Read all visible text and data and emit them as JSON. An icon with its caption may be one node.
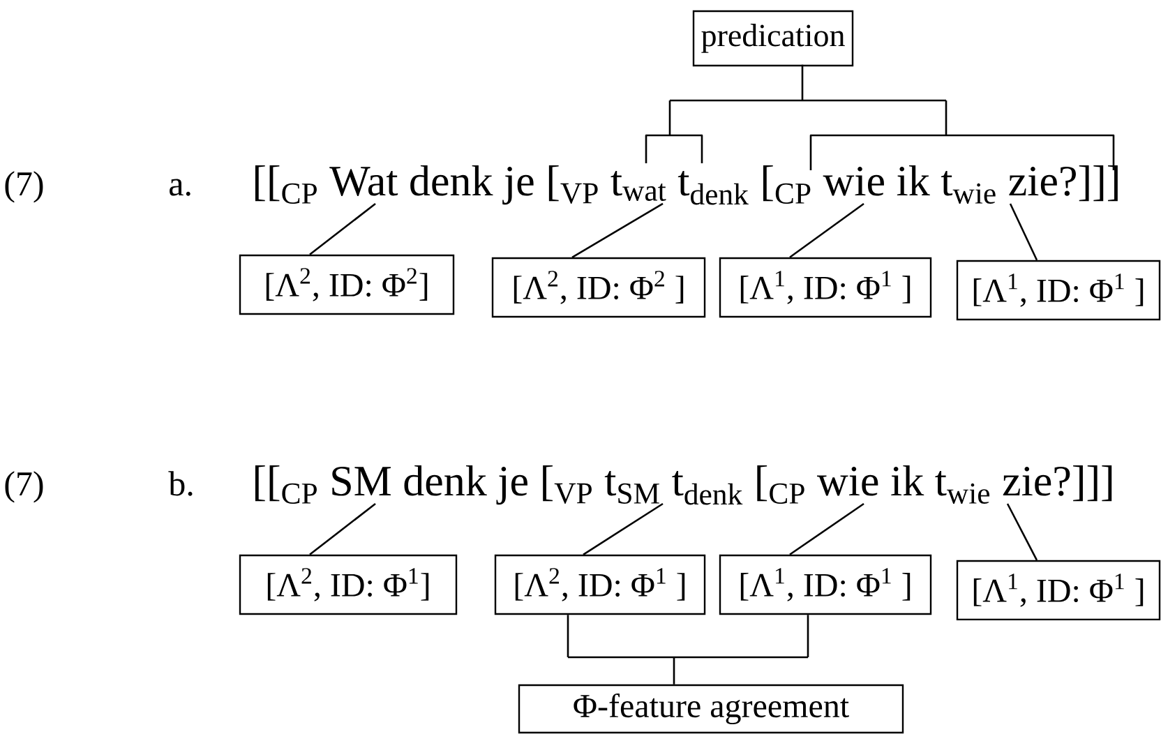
{
  "diagram": {
    "nodes": [
      {
        "text": [
          "predication"
        ]
      },
      {
        "text": [
          "[[$_{CP}$ Wat denk je [$_{VP}$ t$_{wat}$ t$_{denk}$ [$_{CP}$ wie ik t$_{wie}$ zie?]]]"
        ]
      },
      {
        "text": [
          "[Λ$^{2}$, ID: Φ$^{2}$]"
        ]
      },
      {
        "text": [
          "[Λ$^{2}$, ID: Φ$^{2}$ ]"
        ]
      },
      {
        "text": [
          "[Λ$^{1}$, ID: Φ$^{1}$ ]"
        ]
      },
      {
        "text": [
          "[Λ$^{1}$, ID: Φ$^{1}$ ]"
        ]
      },
      {
        "text": [
          "[[$_{CP}$ SM denk je [$_{VP}$ t$_{SM}$ t$_{denk}$ [$_{CP}$ wie ik t$_{wie}$ zie?]]]"
        ]
      },
      {
        "text": [
          "[Λ$^{2}$, ID: Φ$^{1}$]"
        ]
      },
      {
        "text": [
          "[Λ$^{2}$, ID: Φ$^{1}$ ]"
        ]
      },
      {
        "text": [
          "[Λ$^{1}$, ID: Φ$^{1}$ ]"
        ]
      },
      {
        "text": [
          "[Λ$^{1}$, ID: Φ$^{1}$ ]"
        ]
      },
      {
        "text": [
          "Φ-feature agreement"
        ]
      }
    ],
    "edges": [
      {
        "from": 0,
        "to": 1,
        "arrow": "none"
      },
      {
        "from": 2,
        "to": 1,
        "arrow": "none"
      },
      {
        "from": 3,
        "to": 1,
        "arrow": "none"
      },
      {
        "from": 4,
        "to": 1,
        "arrow": "none"
      },
      {
        "from": 5,
        "to": 1,
        "arrow": "none"
      },
      {
        "from": 7,
        "to": 6,
        "arrow": "none"
      },
      {
        "from": 8,
        "to": 6,
        "arrow": "none"
      },
      {
        "from": 9,
        "to": 6,
        "arrow": "none"
      },
      {
        "from": 10,
        "to": 6,
        "arrow": "none"
      },
      {
        "from": 8,
        "to": 11,
        "arrow": "none"
      },
      {
        "from": 9,
        "to": 11,
        "arrow": "none"
      }
    ],
    "labels": [
      "(7)",
      "a.",
      "(7)",
      "b."
    ]
  }
}
